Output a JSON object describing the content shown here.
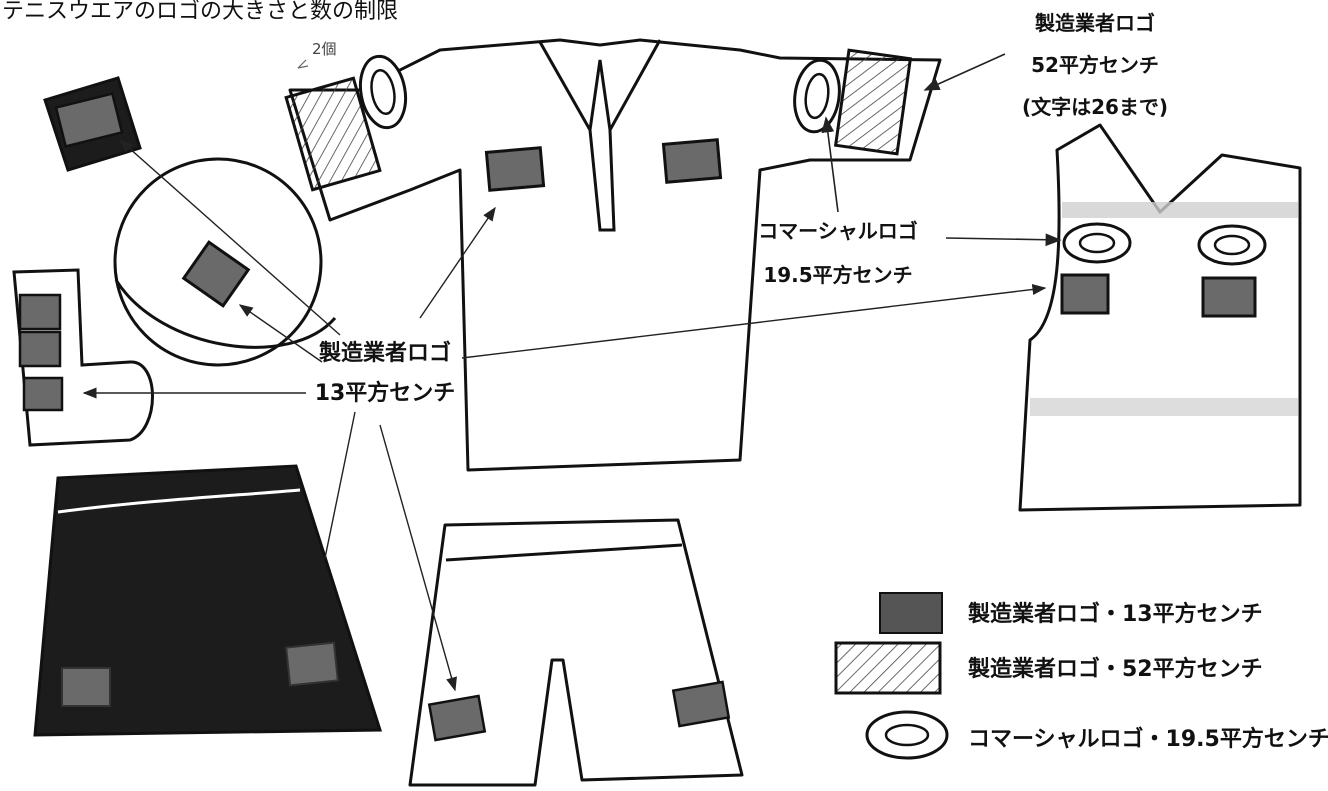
{
  "title": "テニスウエアのロゴの大きさと数の制限",
  "handwritten_note": "2個",
  "labels": {
    "manufacturer_52_line1": "製造業者ロゴ",
    "manufacturer_52_line2": "52平方センチ",
    "manufacturer_52_line3": "(文字は26まで)",
    "commercial_line1": "コマーシャルロゴ",
    "commercial_line2": "19.5平方センチ",
    "manufacturer_13_line1": "製造業者ロゴ",
    "manufacturer_13_line2": "13平方センチ"
  },
  "legend": [
    {
      "symbol": "solid-rect",
      "text": "製造業者ロゴ・13平方センチ"
    },
    {
      "symbol": "hatched-rect",
      "text": "製造業者ロゴ・52平方センチ"
    },
    {
      "symbol": "double-ellipse",
      "text": "コマーシャルロゴ・19.5平方センチ"
    }
  ],
  "colors": {
    "ink": "#111111",
    "logo_fill": "#666666",
    "garment_dark": "#1c1c1c",
    "stripe": "#cfcfcf"
  }
}
